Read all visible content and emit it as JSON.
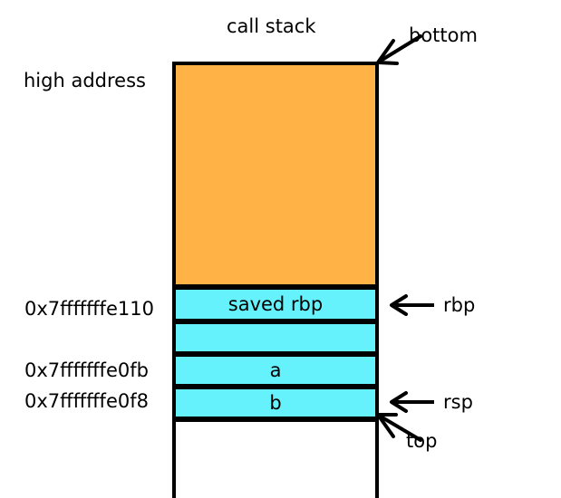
{
  "diagram": {
    "title": "call stack",
    "high_address_label": "high address",
    "colors": {
      "free_region": "#ffb347",
      "frame_region": "#66f2fc",
      "stroke": "#000000",
      "background": "#ffffff"
    }
  },
  "address_labels": [
    {
      "name": "saved-rbp-address",
      "value": "0x7fffffffe110"
    },
    {
      "name": "variable-a-address",
      "value": "0x7fffffffe0fb"
    },
    {
      "name": "variable-b-address",
      "value": "0x7fffffffe0f8"
    }
  ],
  "cells": [
    {
      "name": "free-stack-space",
      "label": "",
      "fill": "#ffb347"
    },
    {
      "name": "saved-rbp-slot",
      "label": "saved rbp",
      "fill": "#66f2fc"
    },
    {
      "name": "padding-slot",
      "label": "",
      "fill": "#66f2fc"
    },
    {
      "name": "variable-a-slot",
      "label": "a",
      "fill": "#66f2fc"
    },
    {
      "name": "variable-b-slot",
      "label": "b",
      "fill": "#66f2fc"
    },
    {
      "name": "unused-below-rsp",
      "label": "",
      "fill": "#ffffff"
    }
  ],
  "registers": [
    {
      "name": "rbp-pointer",
      "label": "rbp"
    },
    {
      "name": "rsp-pointer",
      "label": "rsp"
    }
  ],
  "callouts": [
    {
      "name": "stack-bottom-callout",
      "label": "bottom"
    },
    {
      "name": "stack-top-callout",
      "label": "top"
    }
  ]
}
